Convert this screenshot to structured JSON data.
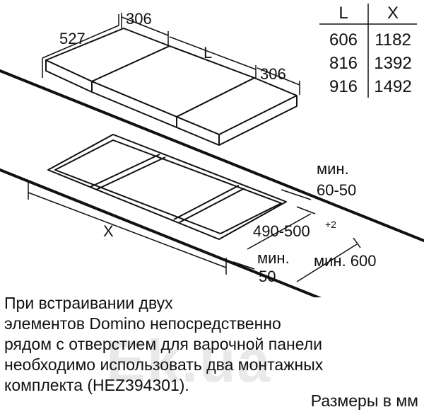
{
  "table": {
    "headers": [
      "L",
      "X"
    ],
    "rows": [
      [
        "606",
        "1182"
      ],
      [
        "816",
        "1392"
      ],
      [
        "916",
        "1492"
      ]
    ]
  },
  "dimensions": {
    "width_top": "306",
    "depth": "527",
    "length_L": "L",
    "width_right": "306",
    "cutout_X": "X",
    "cutout_depth": "490-500",
    "cutout_depth_tol": "+2",
    "min_back_label": "мин.",
    "min_back_value": "60-50",
    "min_front_label": "мин.",
    "min_front_value": "50",
    "min_depth": "мин. 600"
  },
  "note": {
    "lines": [
      "При встраивании двух",
      "элементов Domino непосредственно",
      "рядом с отверстием для варочной панели",
      "необходимо использовать два монтажных",
      "комплекта (HEZ394301)."
    ]
  },
  "units": "Размеры в мм",
  "watermark": "Ek.ua"
}
